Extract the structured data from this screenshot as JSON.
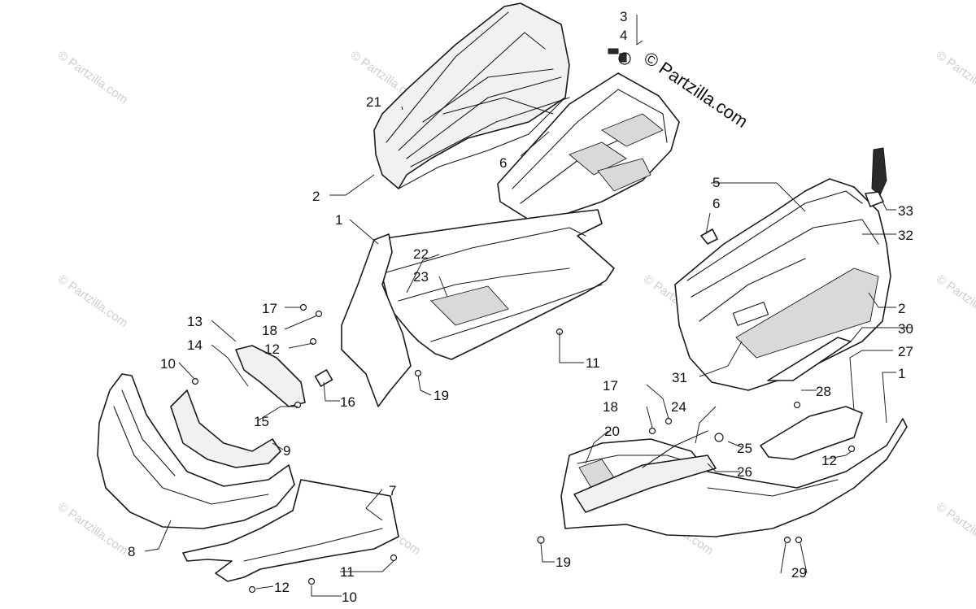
{
  "brand": {
    "text": "© Partzilla.com"
  },
  "watermark": {
    "text": "© Partzilla.com"
  },
  "callouts": {
    "c1a": "1",
    "c1b": "1",
    "c2a": "2",
    "c2b": "2",
    "c3": "3",
    "c4": "4",
    "c5": "5",
    "c6a": "6",
    "c6b": "6",
    "c7": "7",
    "c8": "8",
    "c9": "9",
    "c10a": "10",
    "c10b": "10",
    "c11a": "11",
    "c11b": "11",
    "c12a": "12",
    "c12b": "12",
    "c12c": "12",
    "c13": "13",
    "c14": "14",
    "c15": "15",
    "c16": "16",
    "c17a": "17",
    "c17b": "17",
    "c18a": "18",
    "c18b": "18",
    "c19a": "19",
    "c19b": "19",
    "c20": "20",
    "c21": "21",
    "c22": "22",
    "c23": "23",
    "c24": "24",
    "c25": "25",
    "c26": "26",
    "c27": "27",
    "c28": "28",
    "c29": "29",
    "c30": "30",
    "c31": "31",
    "c32": "32",
    "c33": "33"
  }
}
